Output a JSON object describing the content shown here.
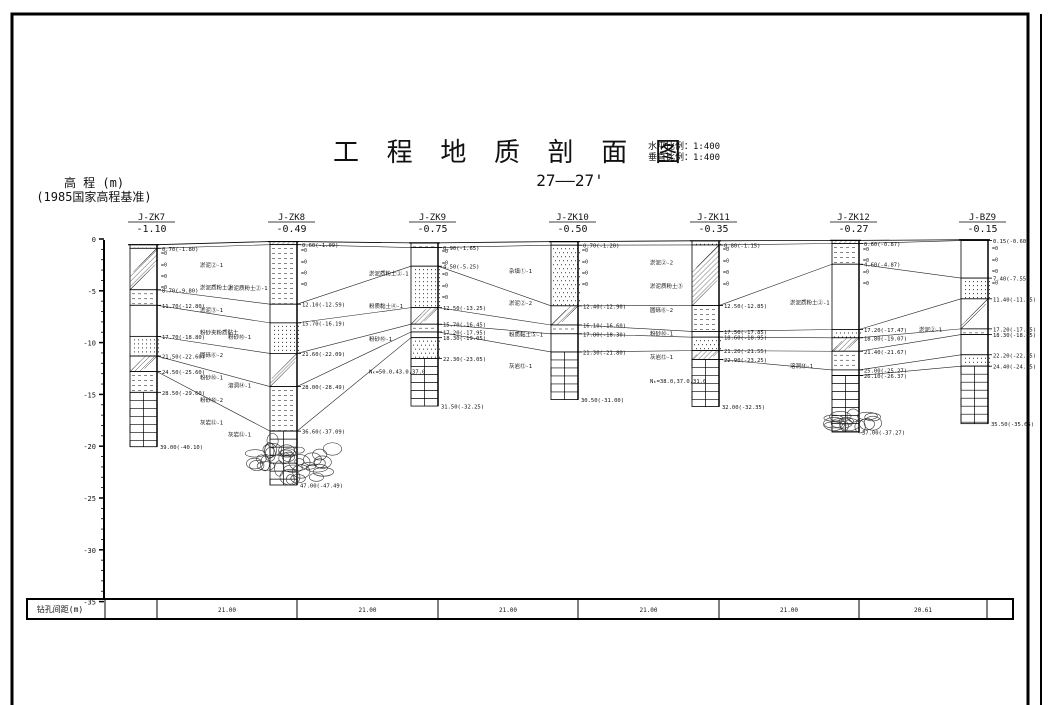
{
  "title": "工 程 地 质 剖 面 图",
  "scale": {
    "horizontal": "水平比例：1:400",
    "vertical": "垂直比例：1:400"
  },
  "section": "27——27'",
  "y_axis": {
    "label": "高 程 (m)",
    "datum": "(1985国家高程基准)",
    "ticks": [
      "0",
      "-5",
      "-10",
      "-15",
      "-20",
      "-25",
      "-30",
      "-35"
    ]
  },
  "boreholes": [
    {
      "id": "J-ZK7",
      "elev": "-1.10",
      "bottom": "39.00(-40.10)",
      "layers": [
        "0.70(-1.80)",
        "8.70(-9.80)",
        "11.70(-12.80)",
        "17.70(-18.80)",
        "21.50(-22.60)",
        "24.50(-25.60)",
        "28.50(-29.60)"
      ],
      "soils": [
        "淤泥②-1",
        "淤泥质粉土③",
        "淤泥③-1",
        "粉砂夹粉质黏土",
        "圆砾⑥-2",
        "粉砂⑩-1",
        "粉砂⑩-2",
        "灰岩⑫-1"
      ]
    },
    {
      "id": "J-ZK8",
      "elev": "-0.49",
      "bottom": "47.00(-47.49)",
      "layers": [
        "0.60(-1.09)",
        "12.10(-12.59)",
        "15.70(-16.19)",
        "21.60(-22.09)",
        "28.00(-28.49)",
        "36.60(-37.09)"
      ],
      "soils": [
        "淤泥质粉土②-1",
        "粉砂⑩-1",
        "溶洞⑭-1",
        "灰岩⑫-1"
      ]
    },
    {
      "id": "J-ZK9",
      "elev": "-0.75",
      "bottom": "31.50(-32.25)",
      "layers": [
        "0.90(-1.65)",
        "4.50(-5.25)",
        "12.50(-13.25)",
        "15.70(-16.45)",
        "17.20(-17.95)",
        "18.30(-19.05)",
        "22.30(-23.05)"
      ],
      "soils": [
        "淤泥质粉土②-1",
        "粉质黏土④-1",
        "粉砂⑩-1",
        "Nₖ=50.0,43.0,37.0"
      ]
    },
    {
      "id": "J-ZK10",
      "elev": "-0.50",
      "bottom": "30.50(-31.00)",
      "layers": [
        "0.70(-1.20)",
        "12.40(-12.90)",
        "16.10(-16.60)",
        "17.80(-18.30)",
        "21.30(-21.80)"
      ],
      "soils": [
        "杂填①-1",
        "淤泥②-2",
        "粉质黏土⑤-1",
        "灰岩⑫-1"
      ]
    },
    {
      "id": "J-ZK11",
      "elev": "-0.35",
      "bottom": "32.00(-32.35)",
      "layers": [
        "0.80(-1.15)",
        "12.50(-12.85)",
        "17.50(-17.85)",
        "18.60(-18.95)",
        "21.20(-21.55)",
        "22.90(-23.25)"
      ],
      "soils": [
        "淤泥②-2",
        "淤泥质粉土③",
        "圆砾⑥-2",
        "粉砂⑩-1",
        "灰岩⑫-1",
        "Nₖ=38.0,37.0,31.0"
      ]
    },
    {
      "id": "J-ZK12",
      "elev": "-0.27",
      "bottom": "37.00(-37.27)",
      "layers": [
        "0.60(-0.87)",
        "4.60(-4.87)",
        "17.20(-17.47)",
        "18.80(-19.07)",
        "21.40(-21.67)",
        "25.00(-25.27)",
        "26.10(-26.37)"
      ],
      "soils": [
        "淤泥质粉土②-1",
        "溶洞⑭-1"
      ]
    },
    {
      "id": "J-BZ9",
      "elev": "-0.15",
      "bottom": "35.50(-35.65)",
      "layers": [
        "0.15(-0.60)",
        "7.40(-7.55)",
        "11.40(-11.55)",
        "17.20(-17.35)",
        "18.30(-18.45)",
        "22.20(-22.35)",
        "24.40(-24.55)"
      ],
      "soils": [
        "淤泥②-1"
      ]
    }
  ],
  "footer": {
    "label": "钻孔间距(m)",
    "spacings": [
      "21.00",
      "21.00",
      "21.00",
      "21.00",
      "21.00",
      "20.61"
    ]
  }
}
